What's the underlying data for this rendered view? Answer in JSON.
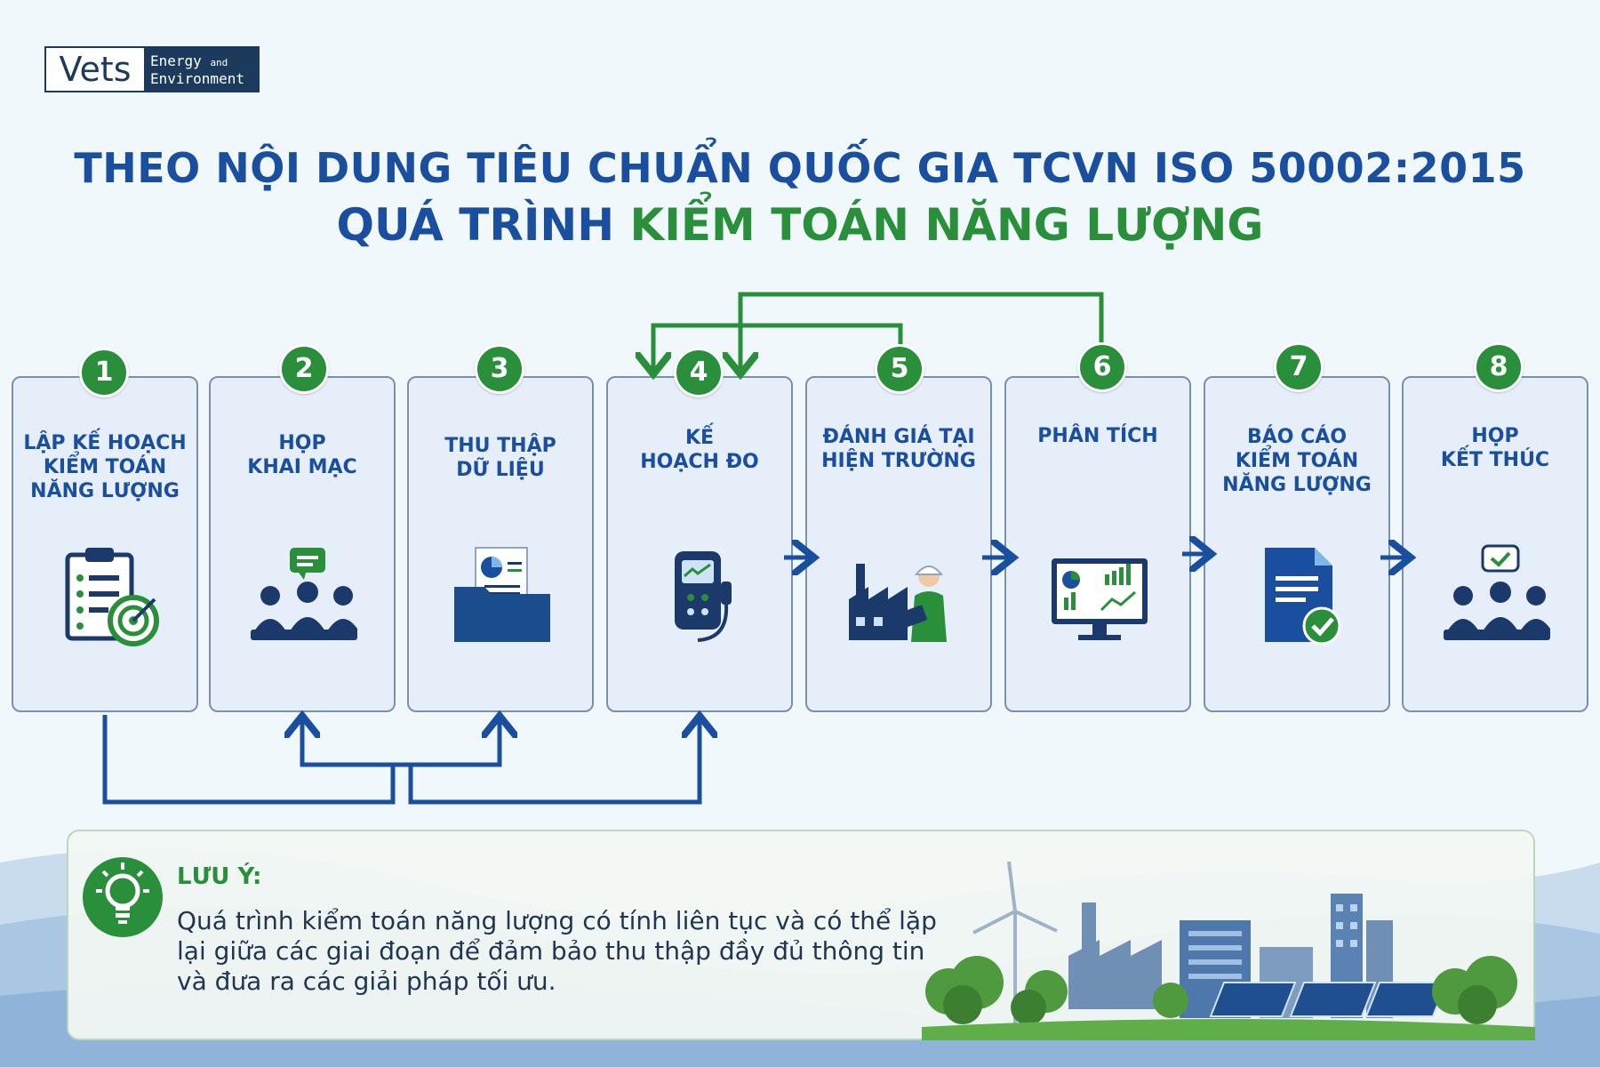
{
  "logo": {
    "word": "Vets",
    "tag_line1": "Energy",
    "tag_and": "and",
    "tag_line2": "Environment"
  },
  "title": {
    "line1": "THEO NỘI DUNG TIÊU CHUẨN QUỐC GIA TCVN ISO 50002:2015",
    "line2_prefix": "QUÁ TRÌNH ",
    "line2_highlight": "KIỂM TOÁN NĂNG LƯỢNG"
  },
  "colors": {
    "accent_blue": "#1a4fa0",
    "accent_green": "#2a8f3a",
    "card_bg": "#e6eef9",
    "card_border": "#7a90ad"
  },
  "steps": [
    {
      "number": "1",
      "label": "LẬP KẾ HOẠCH\nKIỂM TOÁN\nNĂNG LƯỢNG",
      "icon": "clipboard-target-icon"
    },
    {
      "number": "2",
      "label": "HỌP\nKHAI MẠC",
      "icon": "meeting-chat-icon"
    },
    {
      "number": "3",
      "label": "THU THẬP\nDỮ LIỆU",
      "icon": "folder-documents-icon"
    },
    {
      "number": "4",
      "label": "KẾ\nHOẠCH ĐO",
      "icon": "measuring-meter-icon"
    },
    {
      "number": "5",
      "label": "ĐÁNH GIÁ TẠI\nHIỆN TRƯỜNG",
      "icon": "factory-engineer-icon"
    },
    {
      "number": "6",
      "label": "PHÂN TÍCH",
      "icon": "analytics-monitor-icon"
    },
    {
      "number": "7",
      "label": "BÁO CÁO\nKIỂM TOÁN\nNĂNG LƯỢNG",
      "icon": "report-check-icon"
    },
    {
      "number": "8",
      "label": "HỌP\nKẾT THÚC",
      "icon": "closing-meeting-icon"
    }
  ],
  "note": {
    "title": "LƯU Ý:",
    "text": "Quá trình kiểm toán năng lượng có tính liên tục và có thể lặp lại giữa các giai đoạn để đảm bảo thu thập đầy đủ thông tin và đưa ra các giải pháp tối ưu.",
    "icon": "lightbulb-icon"
  }
}
